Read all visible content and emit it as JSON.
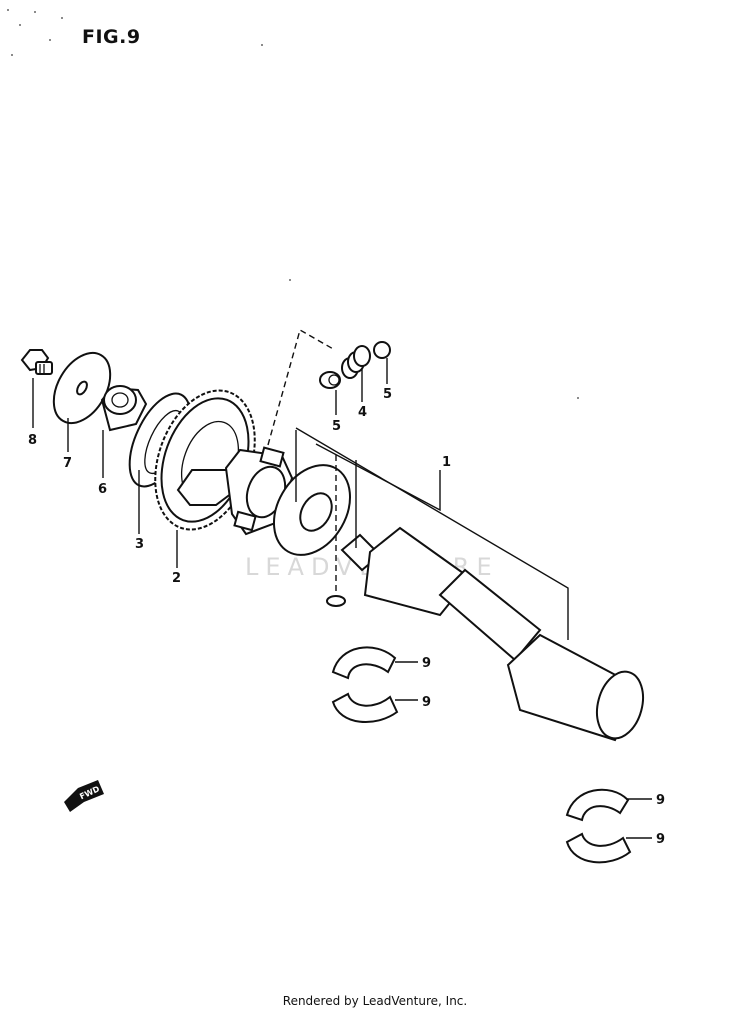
{
  "figure": {
    "title": "FIG.9"
  },
  "watermark": {
    "text": "LEADVENTURE"
  },
  "footer": {
    "text": "Rendered by LeadVenture, Inc."
  },
  "direction_marker": {
    "label": "FWD",
    "icon": "arrow-left-icon"
  },
  "callouts": [
    {
      "id": "callout-1",
      "label": "1"
    },
    {
      "id": "callout-2",
      "label": "2"
    },
    {
      "id": "callout-3",
      "label": "3"
    },
    {
      "id": "callout-4",
      "label": "4"
    },
    {
      "id": "callout-5a",
      "label": "5"
    },
    {
      "id": "callout-5b",
      "label": "5"
    },
    {
      "id": "callout-6",
      "label": "6"
    },
    {
      "id": "callout-7",
      "label": "7"
    },
    {
      "id": "callout-8",
      "label": "8"
    },
    {
      "id": "callout-9a",
      "label": "9"
    },
    {
      "id": "callout-9b",
      "label": "9"
    },
    {
      "id": "callout-9c",
      "label": "9"
    },
    {
      "id": "callout-9d",
      "label": "9"
    }
  ]
}
